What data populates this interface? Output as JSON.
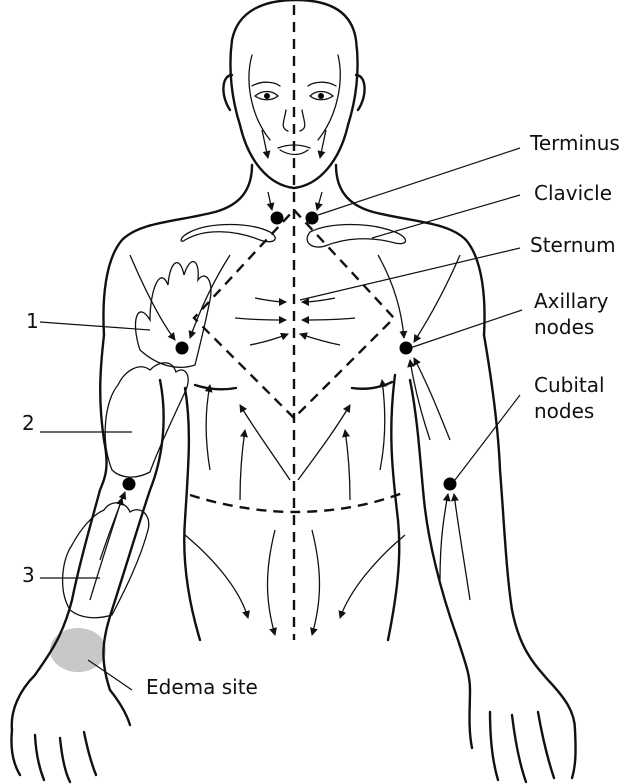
{
  "labels": {
    "terminus": "Terminus",
    "clavicle": "Clavicle",
    "sternum": "Sternum",
    "axillary": "Axillary\nnodes",
    "cubital": "Cubital\nnodes",
    "step1": "1",
    "step2": "2",
    "step3": "3",
    "edema": "Edema site"
  },
  "colors": {
    "ink": "#111111",
    "edema_shade": "#c8c8c8"
  }
}
